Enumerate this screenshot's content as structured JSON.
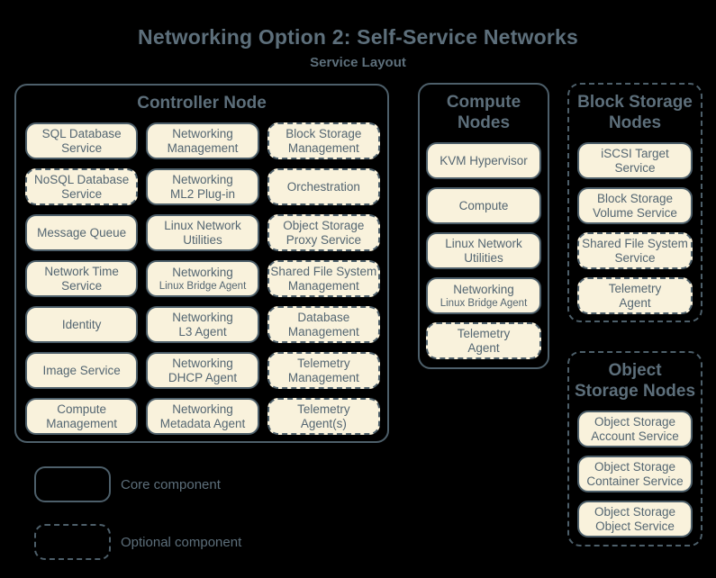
{
  "page": {
    "title": "Networking Option 2: Self-Service Networks",
    "subtitle": "Service Layout"
  },
  "colors": {
    "background": "#000000",
    "box_fill": "#f9f2dc",
    "stroke": "#4d5f6a",
    "heading_text": "#5d6f7b",
    "box_text": "#546672"
  },
  "legend": {
    "core": {
      "label": "Core component",
      "style": "solid"
    },
    "optional": {
      "label": "Optional component",
      "style": "dashed"
    }
  },
  "nodes": {
    "controller": {
      "title1": "Controller Node",
      "optional": false,
      "services": [
        {
          "line1": "SQL Database",
          "line2": "Service",
          "optional": false
        },
        {
          "line1": "Networking",
          "line2": "Management",
          "optional": false
        },
        {
          "line1": "Block Storage",
          "line2": "Management",
          "optional": true
        },
        {
          "line1": "NoSQL Database",
          "line2": "Service",
          "optional": true
        },
        {
          "line1": "Networking",
          "line2": "ML2 Plug-in",
          "optional": false
        },
        {
          "line1": "Orchestration",
          "optional": true
        },
        {
          "line1": "Message Queue",
          "optional": false
        },
        {
          "line1": "Linux Network",
          "line2": "Utilities",
          "optional": false
        },
        {
          "line1": "Object Storage",
          "line2": "Proxy Service",
          "optional": true
        },
        {
          "line1": "Network Time",
          "line2": "Service",
          "optional": false
        },
        {
          "line1": "Networking",
          "line2": "Linux Bridge Agent",
          "small_line2": true,
          "optional": false
        },
        {
          "line1": "Shared File System",
          "line2": "Management",
          "optional": true
        },
        {
          "line1": "Identity",
          "optional": false
        },
        {
          "line1": "Networking",
          "line2": "L3 Agent",
          "optional": false
        },
        {
          "line1": "Database",
          "line2": "Management",
          "optional": true
        },
        {
          "line1": "Image Service",
          "optional": false
        },
        {
          "line1": "Networking",
          "line2": "DHCP Agent",
          "optional": false
        },
        {
          "line1": "Telemetry",
          "line2": "Management",
          "optional": true
        },
        {
          "line1": "Compute",
          "line2": "Management",
          "optional": false
        },
        {
          "line1": "Networking",
          "line2": "Metadata Agent",
          "optional": false
        },
        {
          "line1": "Telemetry",
          "line2": "Agent(s)",
          "optional": true
        }
      ]
    },
    "compute": {
      "title1": "Compute",
      "title2": "Nodes",
      "optional": false,
      "services": [
        {
          "line1": "KVM Hypervisor",
          "optional": false
        },
        {
          "line1": "Compute",
          "optional": false
        },
        {
          "line1": "Linux Network",
          "line2": "Utilities",
          "optional": false
        },
        {
          "line1": "Networking",
          "line2": "Linux Bridge Agent",
          "small_line2": true,
          "optional": false
        },
        {
          "line1": "Telemetry",
          "line2": "Agent",
          "optional": true
        }
      ]
    },
    "block": {
      "title1": "Block Storage",
      "title2": "Nodes",
      "optional": true,
      "services": [
        {
          "line1": "iSCSI Target",
          "line2": "Service",
          "optional": false
        },
        {
          "line1": "Block Storage",
          "line2": "Volume Service",
          "optional": false
        },
        {
          "line1": "Shared File System",
          "line2": "Service",
          "optional": true
        },
        {
          "line1": "Telemetry",
          "line2": "Agent",
          "optional": true
        }
      ]
    },
    "object": {
      "title1": "Object",
      "title2": "Storage Nodes",
      "optional": true,
      "services": [
        {
          "line1": "Object Storage",
          "line2": "Account Service",
          "optional": false
        },
        {
          "line1": "Object Storage",
          "line2": "Container Service",
          "optional": false
        },
        {
          "line1": "Object Storage",
          "line2": "Object Service",
          "optional": false
        }
      ]
    }
  }
}
